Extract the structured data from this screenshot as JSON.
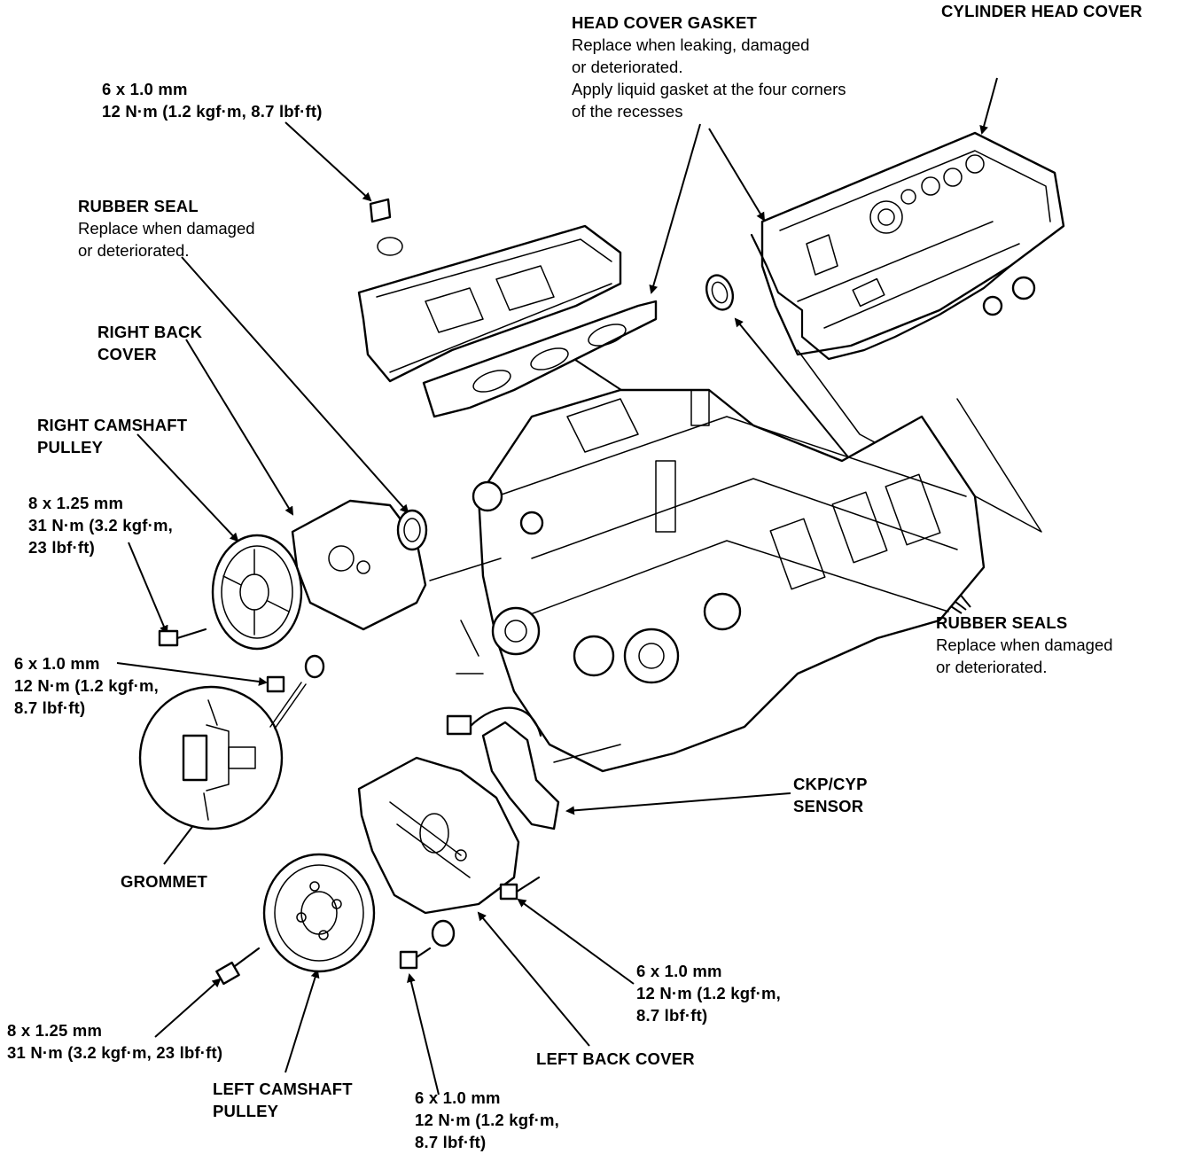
{
  "labels": {
    "cylinder_head_cover": {
      "title": "CYLINDER HEAD COVER"
    },
    "head_cover_gasket": {
      "title": "HEAD COVER GASKET",
      "lines": [
        "Replace when leaking, damaged",
        "or deteriorated.",
        "Apply liquid gasket at the four corners",
        "of the recesses"
      ]
    },
    "bolt_top": {
      "lines": [
        "6 x 1.0 mm",
        "12 N·m (1.2 kgf·m, 8.7 lbf·ft)"
      ]
    },
    "rubber_seal": {
      "title": "RUBBER SEAL",
      "lines": [
        "Replace when damaged",
        "or deteriorated."
      ]
    },
    "right_back_cover": {
      "lines": [
        "RIGHT BACK",
        "COVER"
      ]
    },
    "right_camshaft_pulley": {
      "lines": [
        "RIGHT CAMSHAFT",
        "PULLEY"
      ]
    },
    "bolt_right_pulley": {
      "lines": [
        "8 x 1.25 mm",
        "31 N·m (3.2 kgf·m,",
        "23 lbf·ft)"
      ]
    },
    "bolt_right_cover": {
      "lines": [
        "6 x 1.0 mm",
        "12 N·m (1.2 kgf·m,",
        "8.7 lbf·ft)"
      ]
    },
    "grommet": {
      "title": "GROMMET"
    },
    "rubber_seals": {
      "title": "RUBBER SEALS",
      "lines": [
        "Replace when damaged",
        "or deteriorated."
      ]
    },
    "ckp_cyp_sensor": {
      "lines": [
        "CKP/CYP",
        "SENSOR"
      ]
    },
    "bolt_left_cover_right": {
      "lines": [
        "6 x 1.0 mm",
        "12 N·m (1.2 kgf·m,",
        "8.7 lbf·ft)"
      ]
    },
    "left_back_cover": {
      "title": "LEFT BACK COVER"
    },
    "bolt_left_pulley": {
      "lines": [
        "8 x 1.25 mm",
        "31 N·m (3.2 kgf·m, 23 lbf·ft)"
      ]
    },
    "left_camshaft_pulley": {
      "lines": [
        "LEFT CAMSHAFT",
        "PULLEY"
      ]
    },
    "bolt_left_cover_bottom": {
      "lines": [
        "6 x 1.0 mm",
        "12 N·m (1.2 kgf·m,",
        "8.7 lbf·ft)"
      ]
    }
  }
}
